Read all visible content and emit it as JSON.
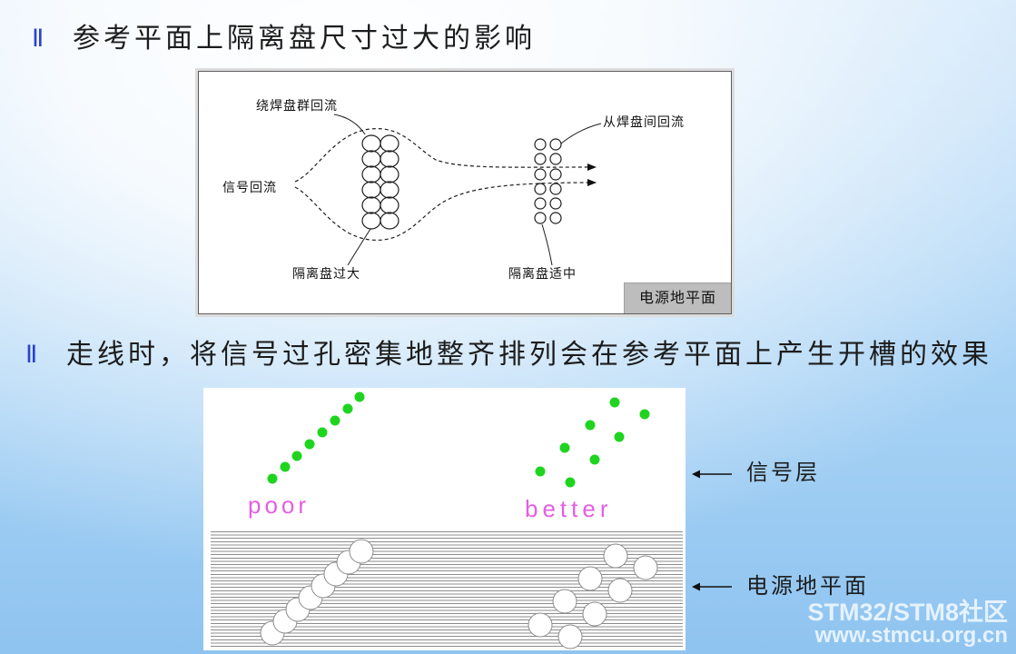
{
  "slide": {
    "bullet": "Ⅱ",
    "bullet_color": "#2b44c9",
    "heading_1": "参考平面上隔离盘尺寸过大的影响",
    "heading_2": "走线时，将信号过孔密集地整齐排列会在参考平面上产生开槽的效果"
  },
  "figure_1": {
    "label_around_pads_return": "绕焊盘群回流",
    "label_signal_return": "信号回流",
    "label_antipad_too_large": "隔离盘过大",
    "label_return_between_pads": "从焊盘间回流",
    "label_antipad_moderate": "隔离盘适中",
    "label_plane": "电源地平面"
  },
  "figure_2": {
    "label_poor": "poor",
    "label_better": "better",
    "label_signal_layer": "信号层",
    "label_plane_layer": "电源地平面",
    "arrow_icon": "left-arrow-icon",
    "via_color": "#1fd41f",
    "caption_color": "#e35ee3"
  },
  "watermark": {
    "line_1": "STM32/STM8社区",
    "line_2": "www.stmcu.org.cn"
  }
}
